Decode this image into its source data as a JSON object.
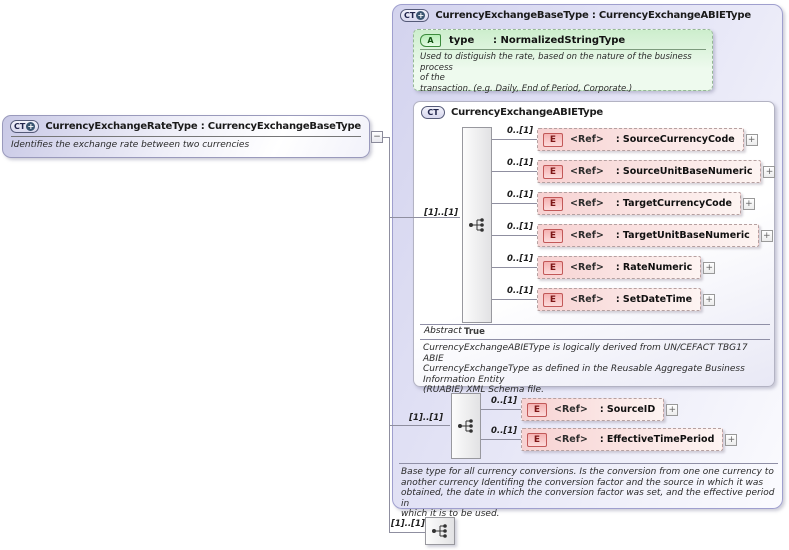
{
  "symbols": {
    "expand": "+",
    "collapse": "−",
    "complex_type": "CT",
    "attribute": "A",
    "element": "E"
  },
  "colors": {
    "lavender_fill": "#d3d3ee",
    "green_fill": "#cdeecd",
    "pink_fill": "#f7d2d2",
    "connector": "#8f8fa0"
  },
  "root_type": {
    "title": "CurrencyExchangeRateType : CurrencyExchangeBaseType",
    "description": "Identifies the exchange rate between two currencies"
  },
  "base_type": {
    "title": "CurrencyExchangeBaseType : CurrencyExchangeABIEType",
    "attribute": {
      "name": "type",
      "type": ": NormalizedStringType",
      "description": "Used to distiguish the rate, based on the nature of the business process\nof the\ntransaction. (e.g. Daily, End of Period, Corporate.)"
    },
    "abie": {
      "title": "CurrencyExchangeABIEType",
      "sequence_cardinality": "[1]..[1]",
      "elements": [
        {
          "cardinality": "0..[1]",
          "ref": "<Ref>",
          "name": ": SourceCurrencyCode"
        },
        {
          "cardinality": "0..[1]",
          "ref": "<Ref>",
          "name": ": SourceUnitBaseNumeric"
        },
        {
          "cardinality": "0..[1]",
          "ref": "<Ref>",
          "name": ": TargetCurrencyCode"
        },
        {
          "cardinality": "0..[1]",
          "ref": "<Ref>",
          "name": ": TargetUnitBaseNumeric"
        },
        {
          "cardinality": "0..[1]",
          "ref": "<Ref>",
          "name": ": RateNumeric"
        },
        {
          "cardinality": "0..[1]",
          "ref": "<Ref>",
          "name": ": SetDateTime"
        }
      ],
      "abstract_label": "Abstract",
      "abstract_value": "True",
      "description": "CurrencyExchangeABIEType is logically derived from UN/CEFACT TBG17 ABIE\nCurrencyExchangeType as defined in the Reusable Aggregate Business\nInformation Entity\n(RUABIE) XML Schema file."
    },
    "own_sequence": {
      "cardinality": "[1]..[1]",
      "elements": [
        {
          "cardinality": "0..[1]",
          "ref": "<Ref>",
          "name": ": SourceID"
        },
        {
          "cardinality": "0..[1]",
          "ref": "<Ref>",
          "name": ": EffectiveTimePeriod"
        }
      ]
    },
    "description": "Base type for all currency conversions. Is the conversion from one one currency to\nanother currency Identifing the conversion factor and the source in which it was\nobtained, the date in which the conversion factor was set, and the effective period in\nwhich it is to be used."
  },
  "root_sequence": {
    "cardinality": "[1]..[1]"
  }
}
